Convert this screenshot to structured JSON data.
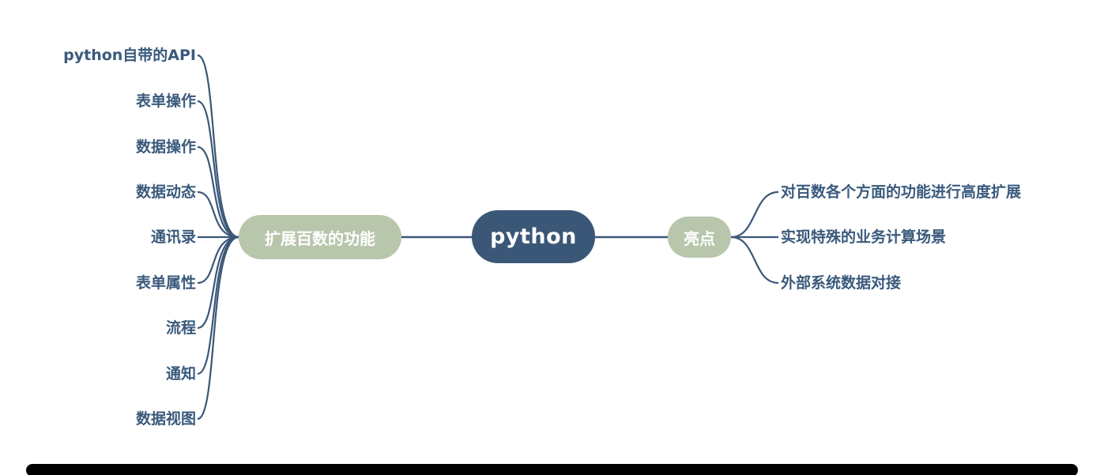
{
  "map": {
    "root": {
      "label": "python",
      "bg": "#3b5778",
      "text_color": "#ffffff"
    },
    "left_branch": {
      "label": "扩展百数的功能",
      "bg": "#b8c6ac",
      "text_color": "#ffffff"
    },
    "right_branch": {
      "label": "亮点",
      "bg": "#b8c6ac",
      "text_color": "#ffffff"
    },
    "left_leaves": [
      {
        "label": "python自带的API"
      },
      {
        "label": "表单操作"
      },
      {
        "label": "数据操作"
      },
      {
        "label": "数据动态"
      },
      {
        "label": "通讯录"
      },
      {
        "label": "表单属性"
      },
      {
        "label": "流程"
      },
      {
        "label": "通知"
      },
      {
        "label": "数据视图"
      }
    ],
    "right_leaves": [
      {
        "label": "对百数各个方面的功能进行高度扩展"
      },
      {
        "label": "实现特殊的业务计算场景"
      },
      {
        "label": "外部系统数据对接"
      }
    ],
    "line_color": "#3b5778",
    "leaf_text_color": "#3a5a7c"
  }
}
